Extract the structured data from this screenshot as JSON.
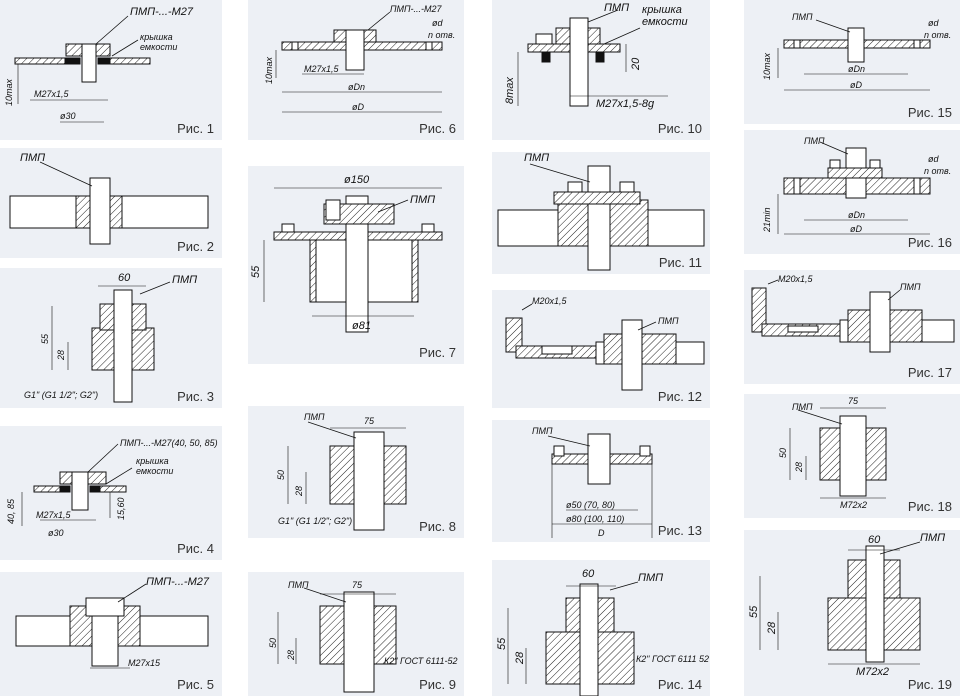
{
  "figures": [
    {
      "caption": "Рис. 1",
      "labels": {
        "top": "ПМП-...-М27",
        "cover1": "крышка",
        "cover2": "емкости",
        "h": "10max",
        "thread": "М27х1,5",
        "dia": "ø30"
      }
    },
    {
      "caption": "Рис. 2",
      "labels": {
        "top": "ПМП"
      }
    },
    {
      "caption": "Рис. 3",
      "labels": {
        "top": "ПМП",
        "w": "60",
        "h": "55",
        "h2": "28",
        "thread": "G1\" (G1 1/2\"; G2\")"
      }
    },
    {
      "caption": "Рис. 4",
      "labels": {
        "top": "ПМП-...-М27(40, 50, 85)",
        "cover1": "крышка",
        "cover2": "емкости",
        "h": "40, 85",
        "thread": "М27х1,5",
        "dia": "ø30",
        "h2": "15,60"
      }
    },
    {
      "caption": "Рис. 5",
      "labels": {
        "top": "ПМП-...-М27",
        "thread": "М27х15"
      }
    },
    {
      "caption": "Рис. 6",
      "labels": {
        "top": "ПМП-...-М27",
        "d": "ød",
        "n": "n отв.",
        "h": "10max",
        "thread": "М27х1,5",
        "dn": "øDn",
        "D": "øD"
      }
    },
    {
      "caption": "Рис. 7",
      "labels": {
        "top": "ПМП",
        "w": "ø150",
        "h": "55",
        "dia": "ø81"
      }
    },
    {
      "caption": "Рис. 8",
      "labels": {
        "top": "ПМП",
        "w": "75",
        "h": "50",
        "h2": "28",
        "thread": "G1\" (G1 1/2\"; G2\")"
      }
    },
    {
      "caption": "Рис. 9",
      "labels": {
        "top": "ПМП",
        "w": "75",
        "h": "50",
        "h2": "28",
        "thread": "К2\" ГОСТ 6111-52"
      }
    },
    {
      "caption": "Рис. 10",
      "labels": {
        "top": "ПМП",
        "cover1": "крышка",
        "cover2": "емкости",
        "h": "8max",
        "h2": "20",
        "thread": "М27х1,5-8g"
      }
    },
    {
      "caption": "Рис. 11",
      "labels": {
        "top": "ПМП"
      }
    },
    {
      "caption": "Рис. 12",
      "labels": {
        "thread": "М20х1,5",
        "top": "ПМП"
      }
    },
    {
      "caption": "Рис. 13",
      "labels": {
        "top": "ПМП",
        "d1": "ø50 (70, 80)",
        "d2": "ø80 (100, 110)",
        "D": "D"
      }
    },
    {
      "caption": "Рис. 14",
      "labels": {
        "top": "ПМП",
        "w": "60",
        "h": "55",
        "h2": "28",
        "thread": "К2\" ГОСТ 6111 52"
      }
    },
    {
      "caption": "Рис. 15",
      "labels": {
        "top": "ПМП",
        "d": "ød",
        "n": "n отв.",
        "h": "10max",
        "dn": "øDn",
        "D": "øD"
      }
    },
    {
      "caption": "Рис. 16",
      "labels": {
        "top": "ПМП",
        "d": "ød",
        "n": "n отв.",
        "h": "21min",
        "dn": "øDn",
        "D": "øD"
      }
    },
    {
      "caption": "Рис. 17",
      "labels": {
        "thread": "М20х1,5",
        "top": "ПМП"
      }
    },
    {
      "caption": "Рис. 18",
      "labels": {
        "top": "ПМП",
        "w": "75",
        "h": "50",
        "h2": "28",
        "thread": "М72х2"
      }
    },
    {
      "caption": "Рис. 19",
      "labels": {
        "top": "ПМП",
        "w": "60",
        "h": "55",
        "h2": "28",
        "thread": "М72х2"
      }
    }
  ]
}
